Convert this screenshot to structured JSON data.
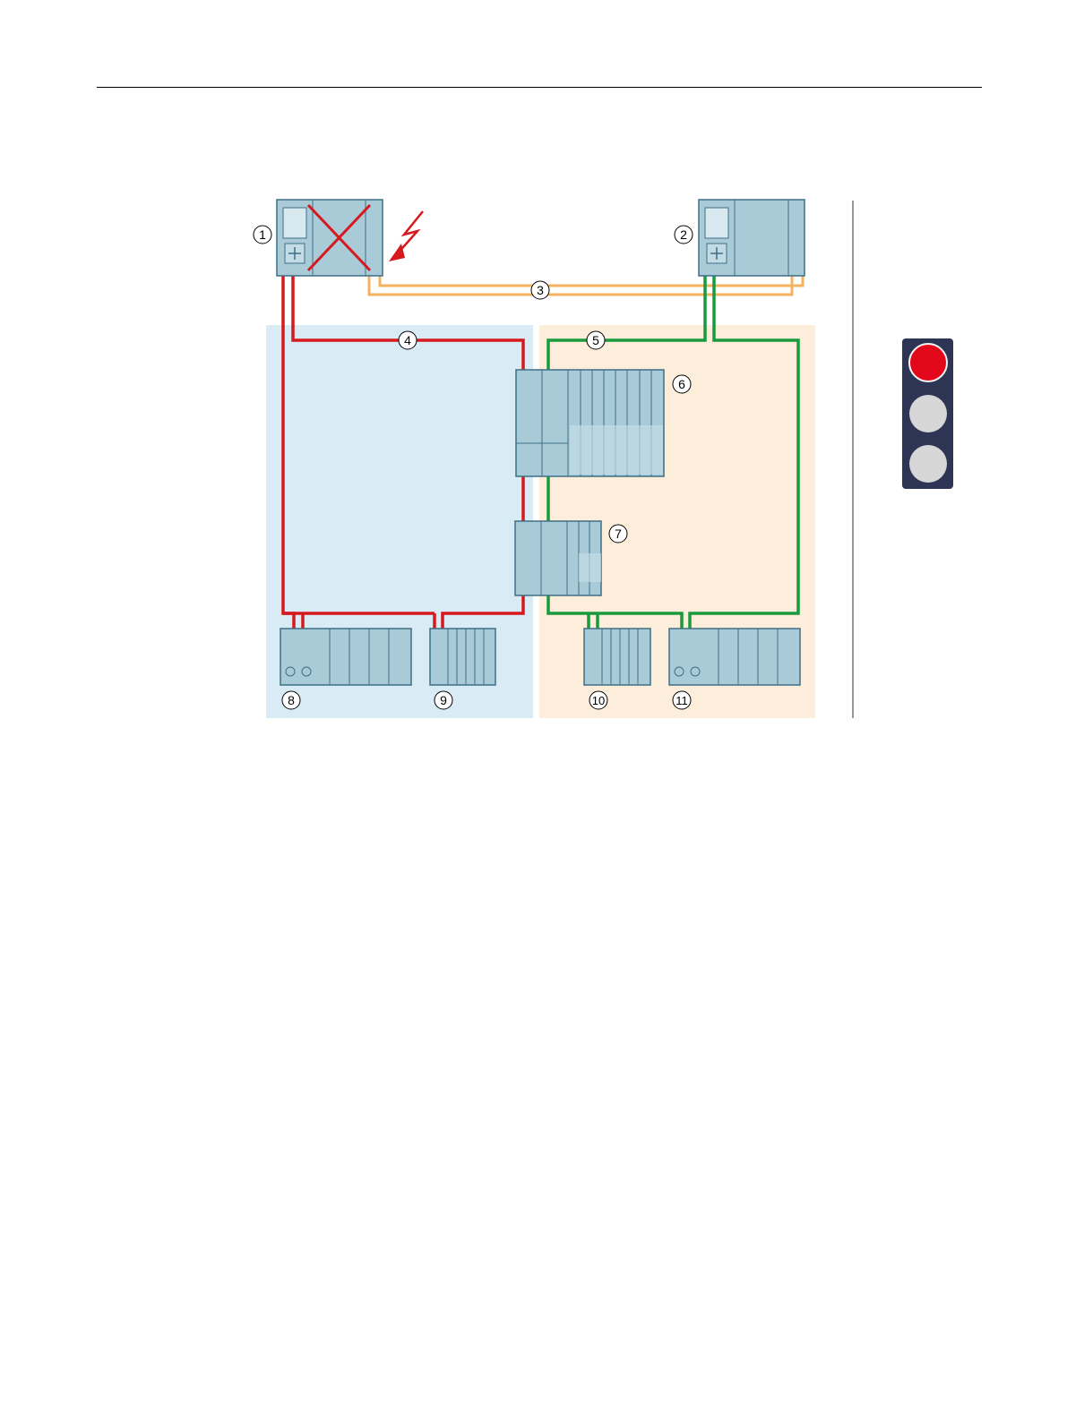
{
  "colors": {
    "fault_red": "#d6181f",
    "active_green": "#1a9a3c",
    "sync_orange": "#f5b35f",
    "left_zone": "#d9ecf5",
    "right_zone": "#fdeedb",
    "device_fill": "#a9cbd8",
    "device_stroke": "#3e6f86",
    "signal_frame": "#2e3454",
    "signal_red": "#e3071b",
    "signal_off": "#d6d6d6"
  },
  "callouts": {
    "c1": "1",
    "c2": "2",
    "c3": "3",
    "c4": "4",
    "c5": "5",
    "c6": "6",
    "c7": "7",
    "c8": "8",
    "c9": "9",
    "c10": "10",
    "c11": "11"
  },
  "status_signal": {
    "lit": "red"
  },
  "icons": [
    "lightning-icon",
    "failure-cross-icon",
    "traffic-light-icon"
  ]
}
